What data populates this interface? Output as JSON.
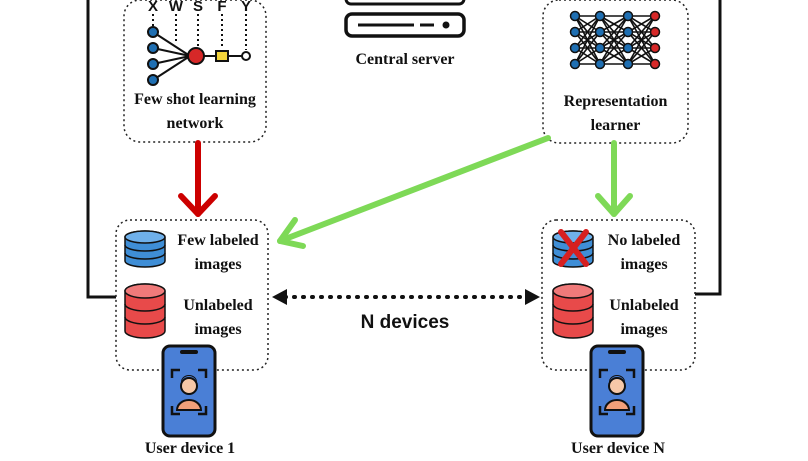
{
  "central_server": {
    "label": "Central server"
  },
  "few_shot": {
    "label_line1": "Few shot learning",
    "label_line2": "network",
    "symbols": [
      "X",
      "W",
      "S",
      "F",
      "Y"
    ]
  },
  "rep_learner": {
    "label_line1": "Representation",
    "label_line2": "learner"
  },
  "device1": {
    "labeled_line1": "Few labeled",
    "labeled_line2": "images",
    "unlabeled_line1": "Unlabeled",
    "unlabeled_line2": "images",
    "name": "User device 1"
  },
  "deviceN": {
    "labeled_line1": "No labeled",
    "labeled_line2": "images",
    "unlabeled_line1": "Unlabeled",
    "unlabeled_line2": "images",
    "name": "User device N"
  },
  "middle": {
    "label": "N devices"
  },
  "colors": {
    "red_arrow": "#cc0000",
    "green_arrow": "#7ed957",
    "db_blue": "#3f8ed6",
    "db_red": "#e84a4a",
    "phone_blue": "#4a7fd6",
    "node_blue": "#1f6fb2",
    "node_red": "#d62828",
    "node_yellow": "#f2d33a"
  }
}
